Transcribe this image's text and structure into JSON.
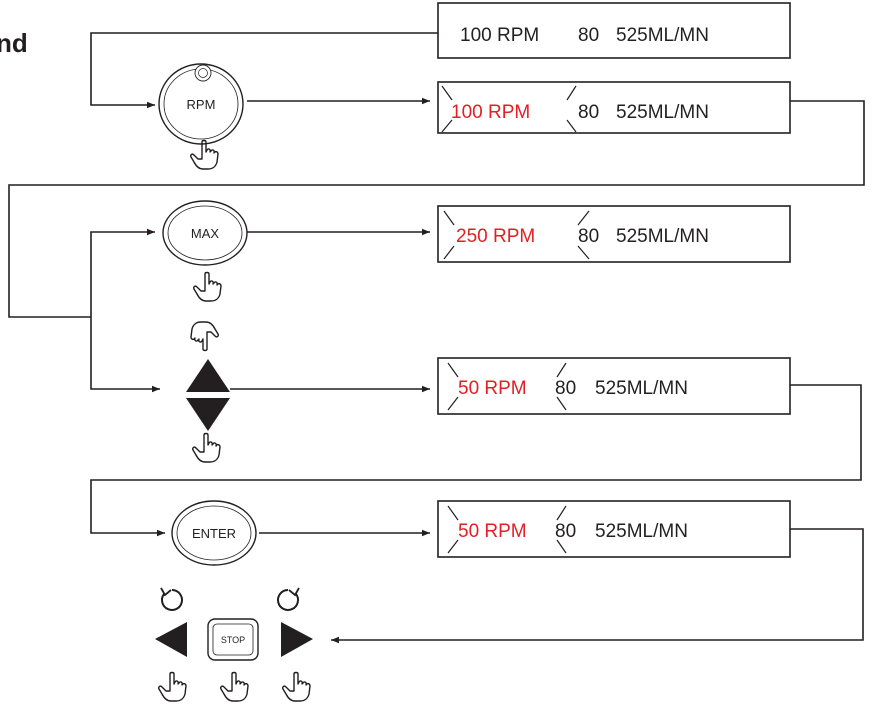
{
  "heading_fragment": "nd",
  "colors": {
    "line": "#231f20",
    "highlight": "#e31e24",
    "text": "#231f20"
  },
  "buttons": {
    "rpm": "RPM",
    "max": "MAX",
    "enter": "ENTER",
    "stop": "STOP"
  },
  "icons": [
    "pointing-hand-icon",
    "up-down-arrow-icon",
    "rotate-ccw-icon",
    "rotate-cw-icon",
    "triangle-left-icon",
    "triangle-right-icon",
    "blink-mark-icon"
  ],
  "displays": [
    {
      "speed": "100 RPM",
      "speed_color": "#231f20",
      "blink_speed": false,
      "value": "80",
      "blink_value": false,
      "flow": "525ML/MN"
    },
    {
      "speed": "100 RPM",
      "speed_color": "#e31e24",
      "blink_speed": true,
      "value": "80",
      "blink_value": true,
      "flow": "525ML/MN"
    },
    {
      "speed": "250 RPM",
      "speed_color": "#e31e24",
      "blink_speed": true,
      "value": "80",
      "blink_value": true,
      "flow": "525ML/MN"
    },
    {
      "speed": "50 RPM",
      "speed_color": "#e31e24",
      "blink_speed": true,
      "value": "80",
      "blink_value": true,
      "flow": "525ML/MN"
    },
    {
      "speed": "50 RPM",
      "speed_color": "#e31e24",
      "blink_speed": true,
      "value": "80",
      "blink_value": true,
      "flow": "525ML/MN"
    }
  ]
}
